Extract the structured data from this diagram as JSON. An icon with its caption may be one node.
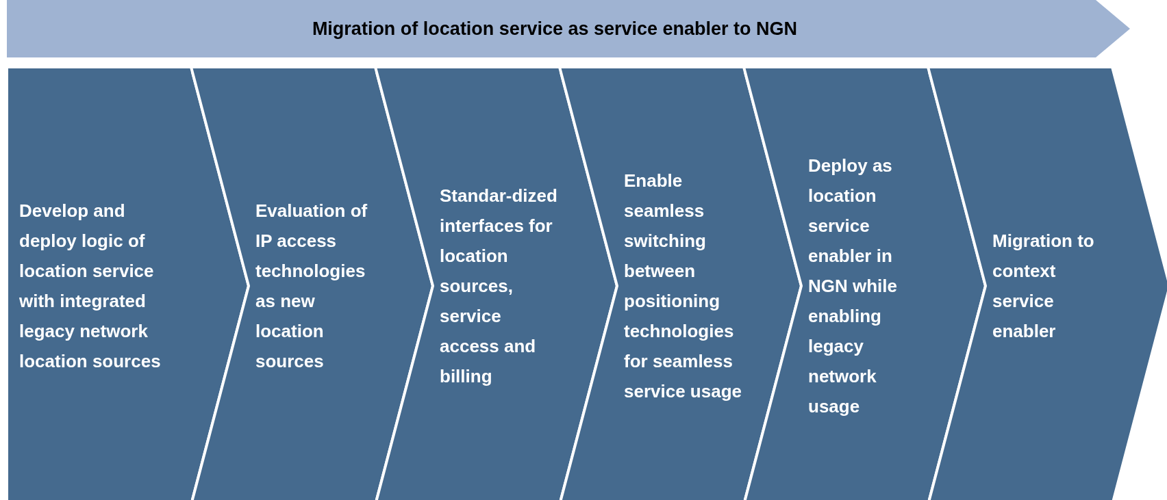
{
  "diagram": {
    "nodes": [
      {
        "text": [
          "Migration of location service as service enabler to NGN"
        ]
      },
      {
        "text": [
          "Develop and deploy logic of location service with integrated legacy network location sources"
        ]
      },
      {
        "text": [
          "Evaluation of IP access technologies as new location sources"
        ]
      },
      {
        "text": [
          "Standar-dized interfaces for location sources, service access and billing"
        ]
      },
      {
        "text": [
          "Enable seamless switching between positioning technologies for seamless service usage"
        ]
      },
      {
        "text": [
          "Deploy as location service enabler in NGN while enabling legacy network usage"
        ]
      },
      {
        "text": [
          "Migration to context service enabler"
        ]
      }
    ]
  }
}
